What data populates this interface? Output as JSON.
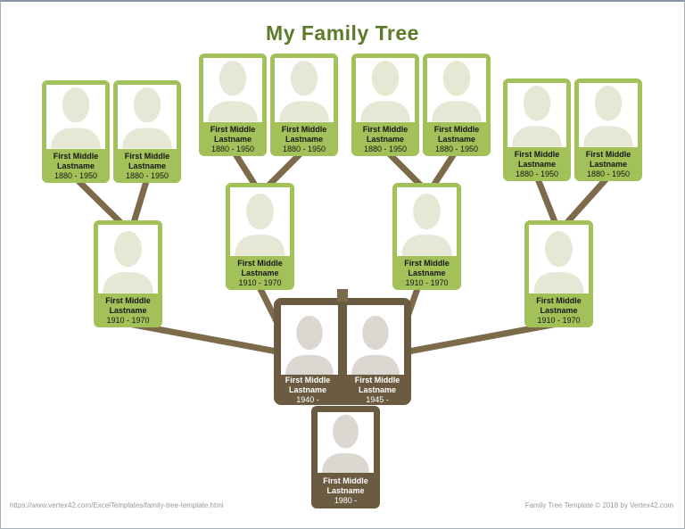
{
  "title": "My Family Tree",
  "colors": {
    "card_green": "#a3c159",
    "card_brown": "#6b5b41",
    "connector_brown": "#7d6a4a",
    "title_green": "#5c7a2a",
    "silhouette_on_green": "#e6e7d4",
    "silhouette_on_brown": "#dcd8d1",
    "footer_gray": "#999999"
  },
  "people": {
    "gg": [
      {
        "name1": "First Middle",
        "name2": "Lastname",
        "dates": "1880 - 1950"
      },
      {
        "name1": "First Middle",
        "name2": "Lastname",
        "dates": "1880 - 1950"
      },
      {
        "name1": "First Middle",
        "name2": "Lastname",
        "dates": "1880 - 1950"
      },
      {
        "name1": "First Middle",
        "name2": "Lastname",
        "dates": "1880 - 1950"
      },
      {
        "name1": "First Middle",
        "name2": "Lastname",
        "dates": "1880 - 1950"
      },
      {
        "name1": "First Middle",
        "name2": "Lastname",
        "dates": "1880 - 1950"
      },
      {
        "name1": "First Middle",
        "name2": "Lastname",
        "dates": "1880 - 1950"
      },
      {
        "name1": "First Middle",
        "name2": "Lastname",
        "dates": "1880 - 1950"
      }
    ],
    "gp": [
      {
        "name1": "First Middle",
        "name2": "Lastname",
        "dates": "1910 - 1970"
      },
      {
        "name1": "First Middle",
        "name2": "Lastname",
        "dates": "1910 - 1970"
      },
      {
        "name1": "First Middle",
        "name2": "Lastname",
        "dates": "1910 - 1970"
      },
      {
        "name1": "First Middle",
        "name2": "Lastname",
        "dates": "1910 - 1970"
      }
    ],
    "parents": [
      {
        "name1": "First Middle",
        "name2": "Lastname",
        "dates": "1940 -"
      },
      {
        "name1": "First Middle",
        "name2": "Lastname",
        "dates": "1945 -"
      }
    ],
    "child": [
      {
        "name1": "First Middle",
        "name2": "Lastname",
        "dates": "1980 -"
      }
    ]
  },
  "footer": {
    "left": "https://www.vertex42.com/ExcelTemplates/family-tree-template.html",
    "right": "Family Tree Template © 2018 by Vertex42.com"
  }
}
